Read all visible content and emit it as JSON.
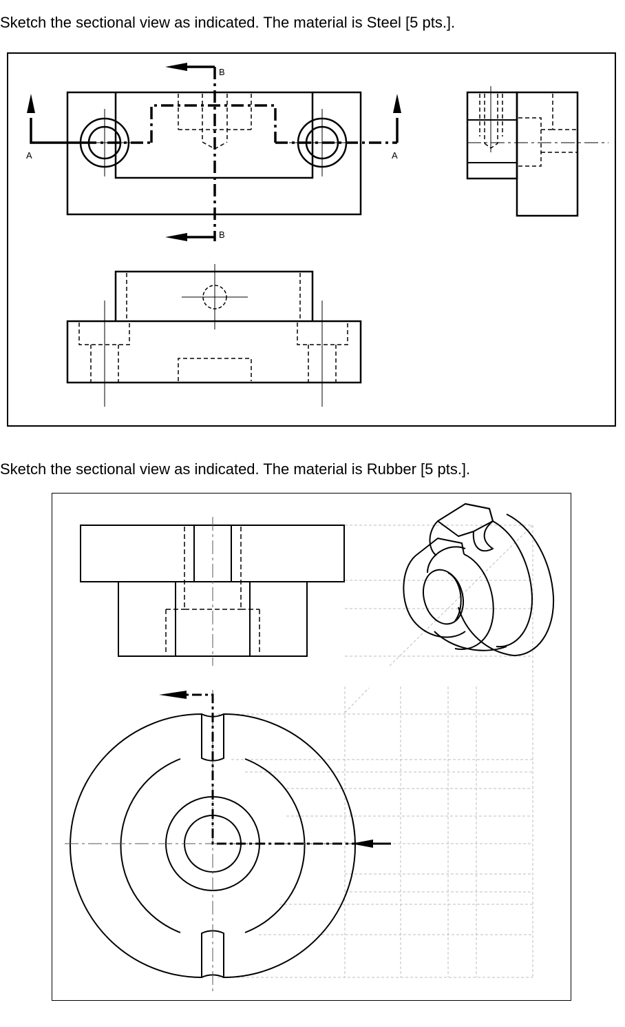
{
  "question1": {
    "title": "Sketch the sectional view as indicated. The material is Steel  [5 pts.].",
    "labels": {
      "section_a_left": "A",
      "section_a_right": "A",
      "section_b_top": "B",
      "section_b_bottom": "B"
    }
  },
  "question2": {
    "title": "Sketch the sectional view as indicated. The material is Rubber  [5 pts.]."
  }
}
